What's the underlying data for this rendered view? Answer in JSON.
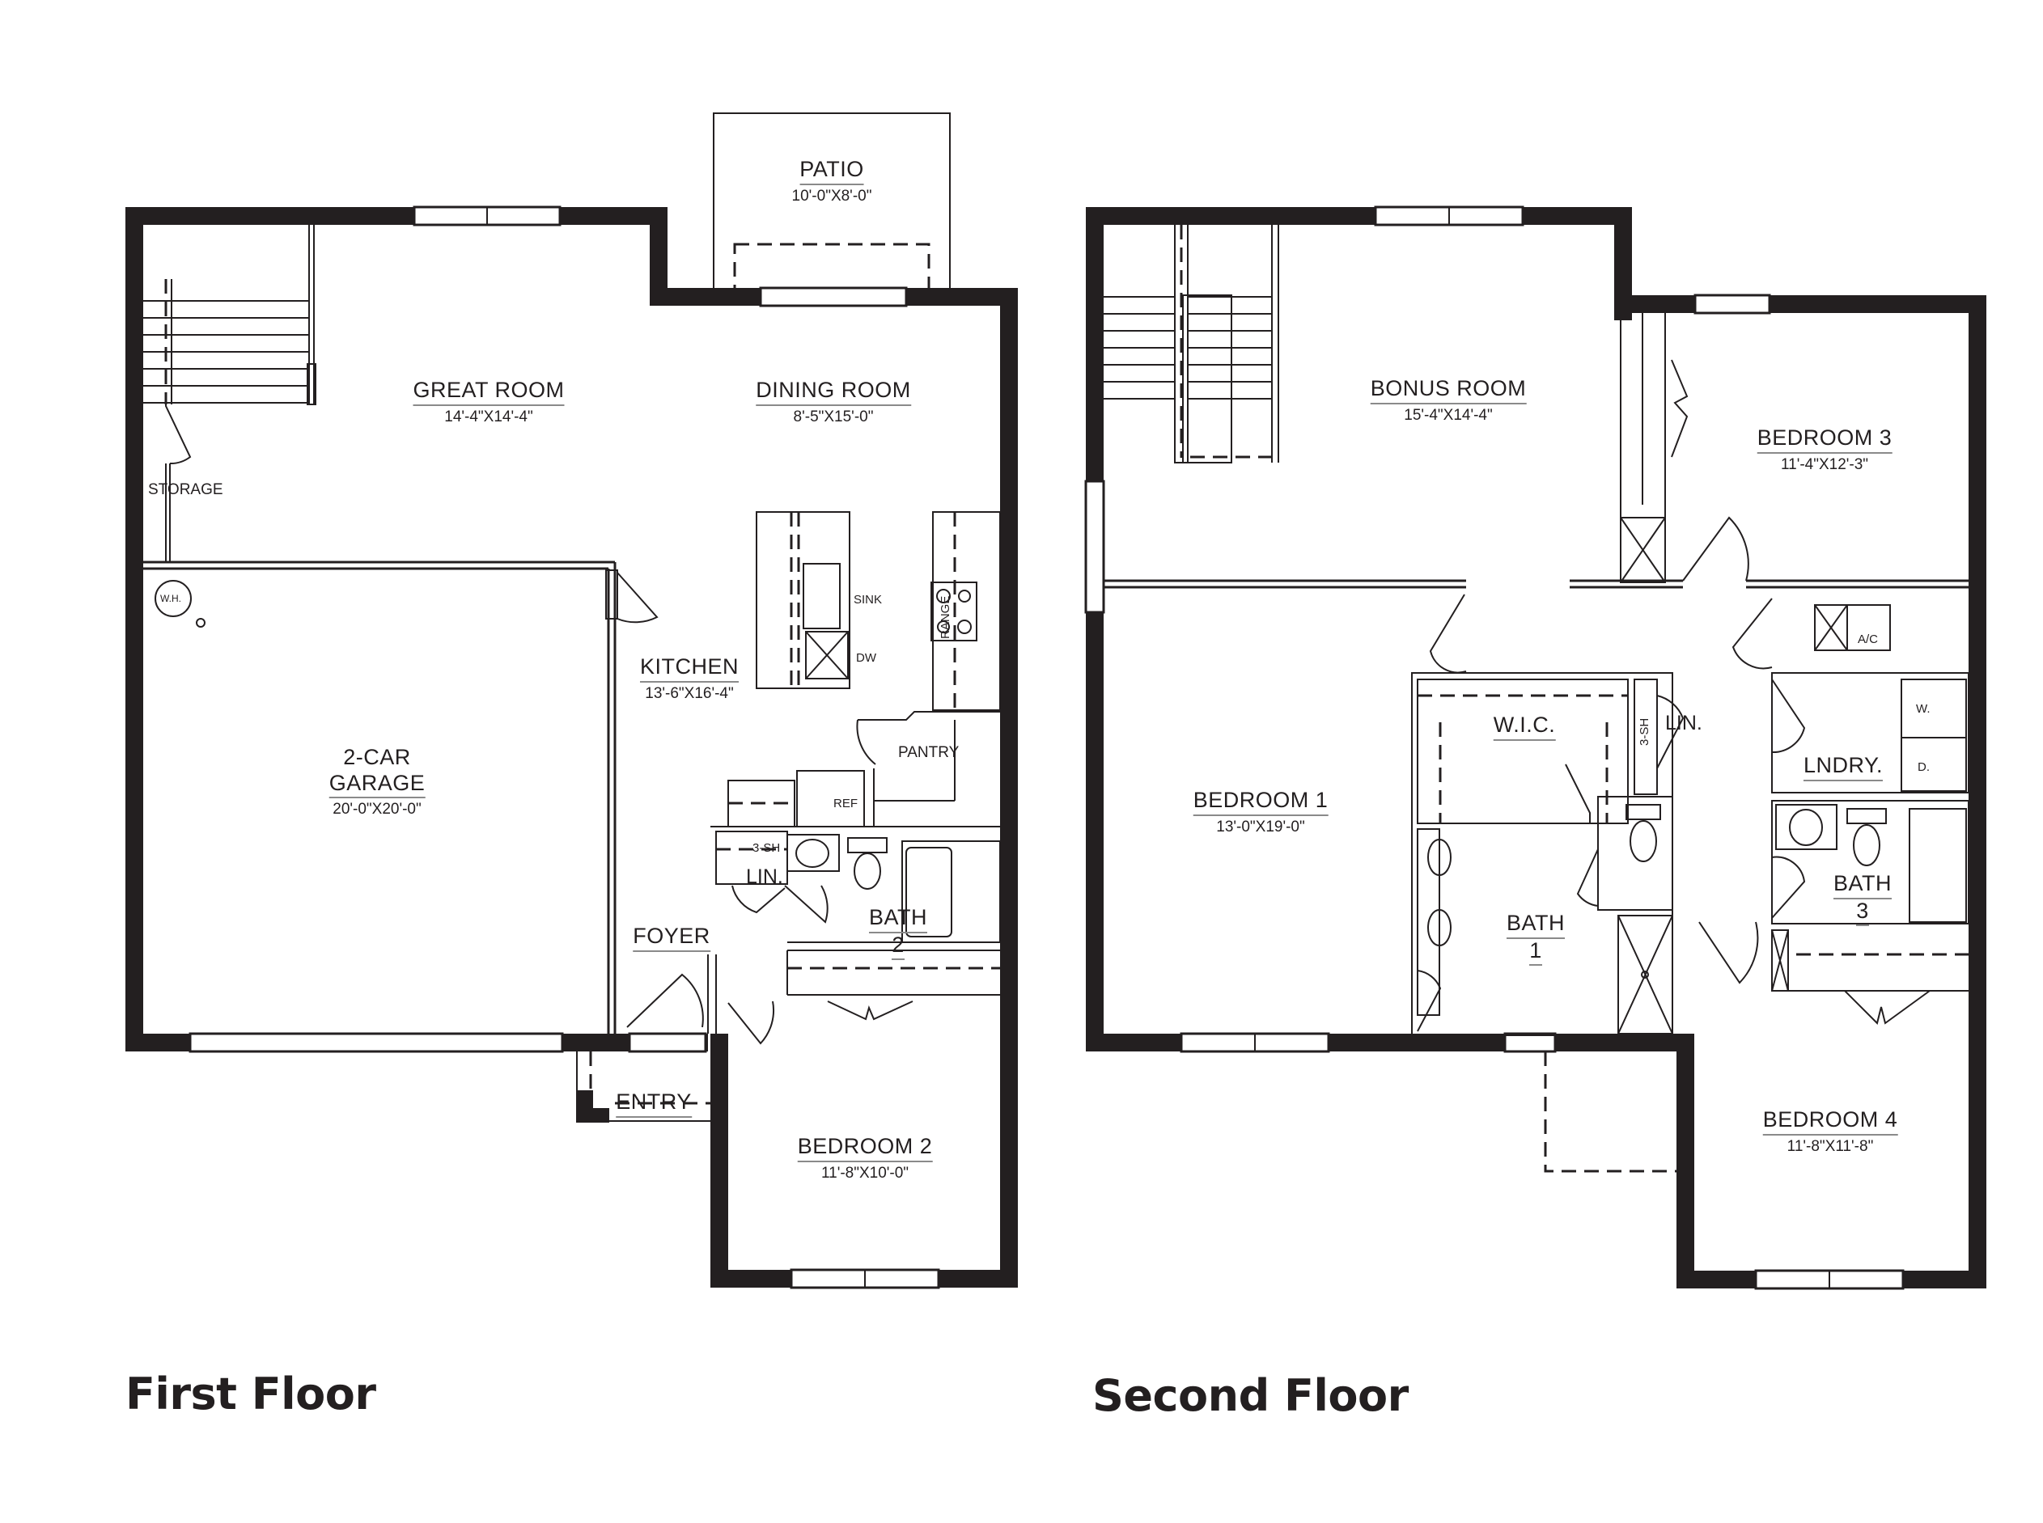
{
  "first_floor": {
    "title": "First Floor",
    "rooms": {
      "patio": {
        "name": "PATIO",
        "dim": "10'-0\"X8'-0\""
      },
      "great_room": {
        "name": "GREAT ROOM",
        "dim": "14'-4\"X14'-4\""
      },
      "dining_room": {
        "name": "DINING ROOM",
        "dim": "8'-5\"X15'-0\""
      },
      "kitchen": {
        "name": "KITCHEN",
        "dim": "13'-6\"X16'-4\""
      },
      "garage": {
        "name_line1": "2-CAR",
        "name_line2": "GARAGE",
        "dim": "20'-0\"X20'-0\""
      },
      "bedroom_2": {
        "name": "BEDROOM 2",
        "dim": "11'-8\"X10'-0\""
      },
      "bath_2": {
        "name": "BATH",
        "num": "2"
      },
      "foyer": {
        "name": "FOYER"
      },
      "entry": {
        "name": "ENTRY"
      },
      "pantry": {
        "name": "PANTRY"
      },
      "linen": {
        "name": "LIN."
      },
      "storage": {
        "name": "STORAGE"
      }
    },
    "fixtures": {
      "sink": "SINK",
      "dw": "DW",
      "range": "RANGE",
      "ref": "REF",
      "shelf": "3-SH",
      "water_heater": "W.H."
    }
  },
  "second_floor": {
    "title": "Second Floor",
    "rooms": {
      "bonus_room": {
        "name": "BONUS ROOM",
        "dim": "15'-4\"X14'-4\""
      },
      "bedroom_1": {
        "name": "BEDROOM 1",
        "dim": "13'-0\"X19'-0\""
      },
      "bedroom_3": {
        "name": "BEDROOM 3",
        "dim": "11'-4\"X12'-3\""
      },
      "bedroom_4": {
        "name": "BEDROOM 4",
        "dim": "11'-8\"X11'-8\""
      },
      "bath_1": {
        "name": "BATH",
        "num": "1"
      },
      "bath_3": {
        "name": "BATH",
        "num": "3"
      },
      "wic": {
        "name": "W.I.C."
      },
      "linen": {
        "name": "LIN."
      },
      "laundry": {
        "name": "LNDRY."
      }
    },
    "fixtures": {
      "shelf": "3-SH",
      "washer": "W.",
      "dryer": "D.",
      "ac": "A/C"
    }
  }
}
